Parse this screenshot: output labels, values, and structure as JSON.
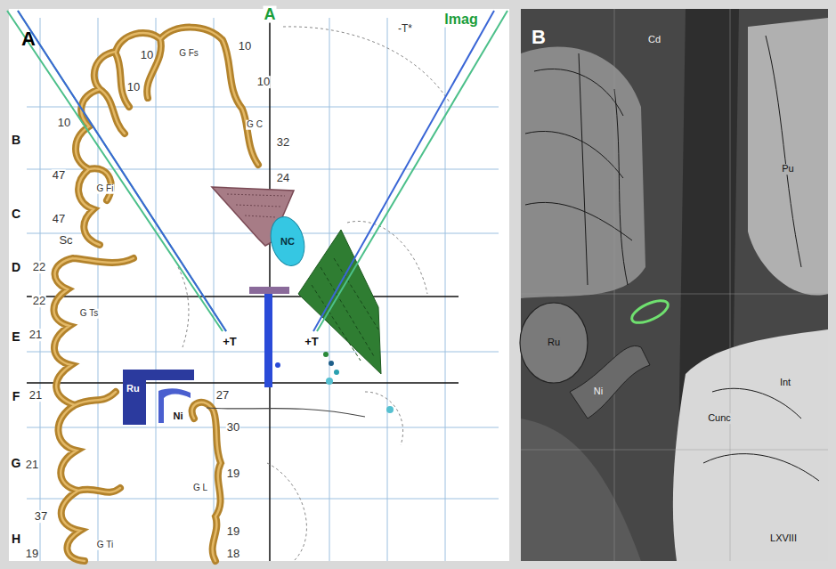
{
  "diagram": {
    "nodes": [
      {
        "text": [
          "A"
        ]
      },
      {
        "text": [
          "NC"
        ],
        "in": 0
      },
      {
        "text": [
          "Ru"
        ],
        "in": 0
      },
      {
        "text": [
          "B"
        ]
      }
    ],
    "labels": [
      "A",
      "Imag",
      "-T*",
      "10",
      "10",
      "10",
      "10",
      "10",
      "47",
      "47",
      "Sc",
      "22",
      "22",
      "21",
      "21",
      "21",
      "37",
      "19",
      "32",
      "24",
      "27",
      "30",
      "19",
      "19",
      "18",
      "Ni",
      "+T",
      "+T",
      "B",
      "C",
      "D",
      "E",
      "F",
      "G",
      "H",
      "G Fs",
      "G Fi",
      "G Ts",
      "G C",
      "G L",
      "G Ti",
      "Cd",
      "Pu",
      "Ru",
      "Ni",
      "Int",
      "Cunc",
      "LXVIII"
    ]
  }
}
